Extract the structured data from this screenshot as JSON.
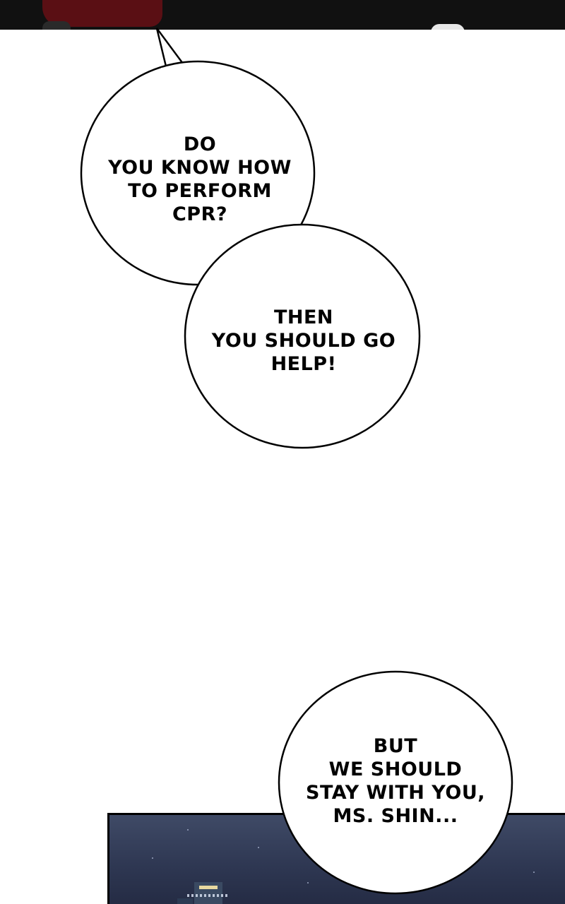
{
  "bubbles": [
    {
      "id": "bubble-1",
      "lines": [
        "DO",
        "YOU KNOW HOW",
        "TO PERFORM",
        "CPR?"
      ]
    },
    {
      "id": "bubble-2",
      "lines": [
        "THEN",
        "YOU SHOULD GO",
        "HELP!"
      ]
    },
    {
      "id": "bubble-3",
      "lines": [
        "BUT",
        "WE SHOULD",
        "STAY WITH YOU,",
        "MS. SHIN..."
      ]
    }
  ],
  "colors": {
    "ink": "#000000",
    "paper": "#ffffff",
    "top_panel": "#111111",
    "coat": "#5a0f14",
    "night_sky": "#2e3752"
  }
}
